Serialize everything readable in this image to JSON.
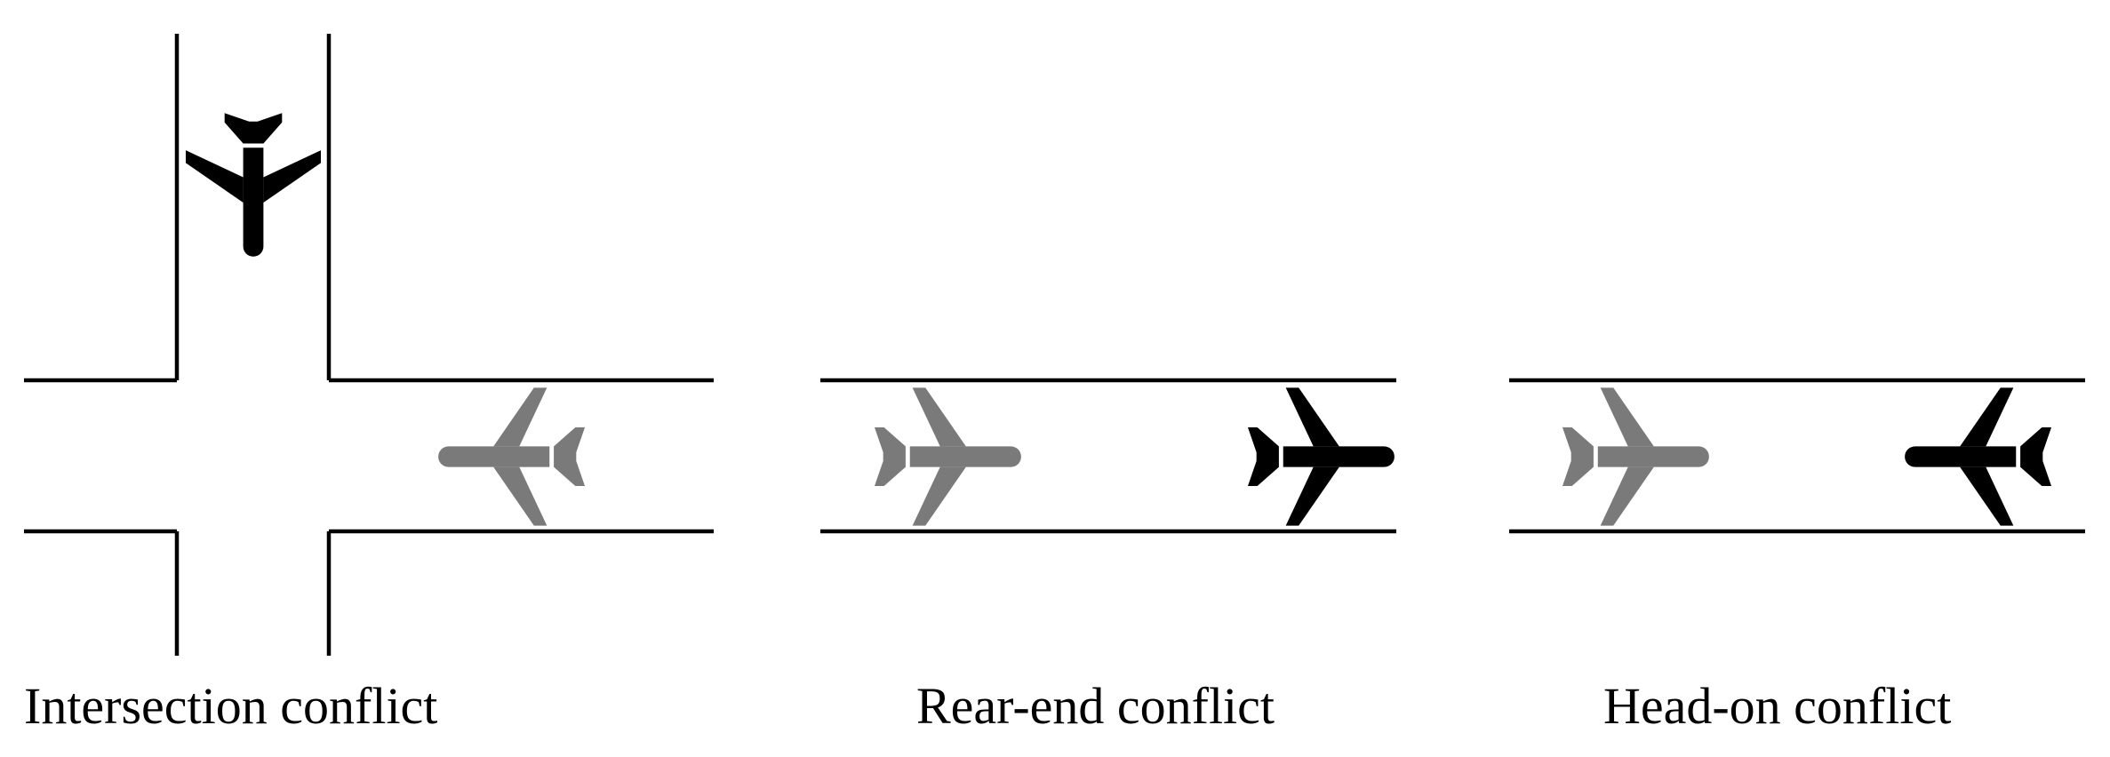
{
  "panels": [
    {
      "id": "intersection",
      "caption": "Intersection conflict"
    },
    {
      "id": "rear-end",
      "caption": "Rear-end conflict"
    },
    {
      "id": "head-on",
      "caption": "Head-on conflict"
    }
  ],
  "colors": {
    "line": "#000000",
    "aircraft_primary": "#000000",
    "aircraft_secondary": "#7a7a7a",
    "background": "#ffffff"
  },
  "icons": {
    "aircraft": "airplane-icon"
  }
}
